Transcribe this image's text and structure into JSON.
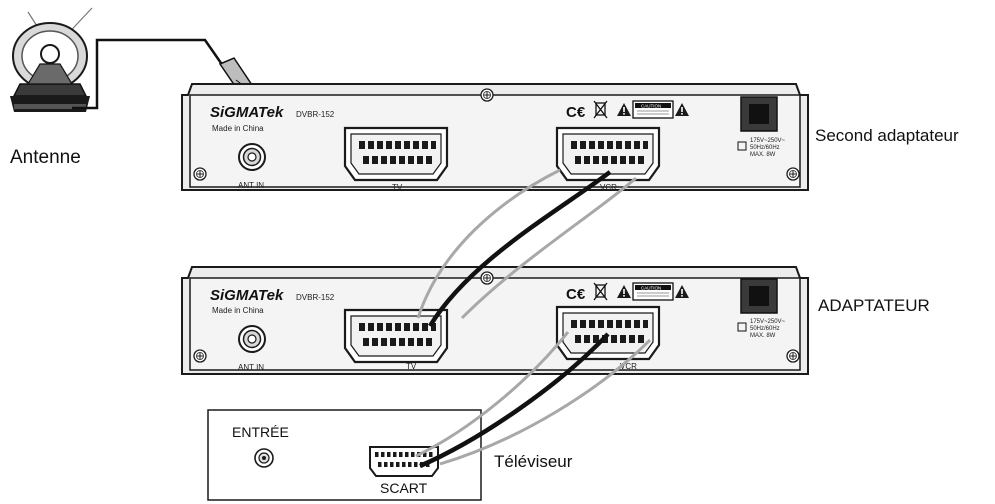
{
  "labels": {
    "antenna": "Antenne",
    "second_adapter": "Second adaptateur",
    "adapter": "ADAPTATEUR",
    "tv": "Téléviseur",
    "tv_input": "ENTRÉE",
    "tv_scart": "SCART"
  },
  "receiver_top": {
    "brand": "SiGMATek",
    "model": "DVBR-152",
    "made_in": "Made in China",
    "ant_in": "ANT IN",
    "tv_port": "TV",
    "vcr_port": "VCR",
    "caution": "CAUTION",
    "power_line1": "175V~250V~",
    "power_line2": "50Hz/60Hz",
    "power_line3": "MAX. 8W"
  },
  "receiver_bottom": {
    "brand": "SiGMATek",
    "model": "DVBR-152",
    "made_in": "Made in China",
    "ant_in": "ANT IN",
    "tv_port": "TV",
    "vcr_port": "VCR",
    "caution": "CAUTION",
    "power_line1": "175V~250V~",
    "power_line2": "50Hz/60Hz",
    "power_line3": "MAX. 8W"
  },
  "colors": {
    "cable_black": "#111111",
    "cable_gray": "#a8a8a8",
    "panel_fill": "#ececec",
    "outline": "#1a1a1a"
  },
  "icons": [
    "antenna-icon",
    "ce-mark-icon",
    "weee-bin-icon",
    "warning-triangle-icon",
    "coax-jack-icon",
    "scart-connector-icon",
    "screw-icon"
  ]
}
